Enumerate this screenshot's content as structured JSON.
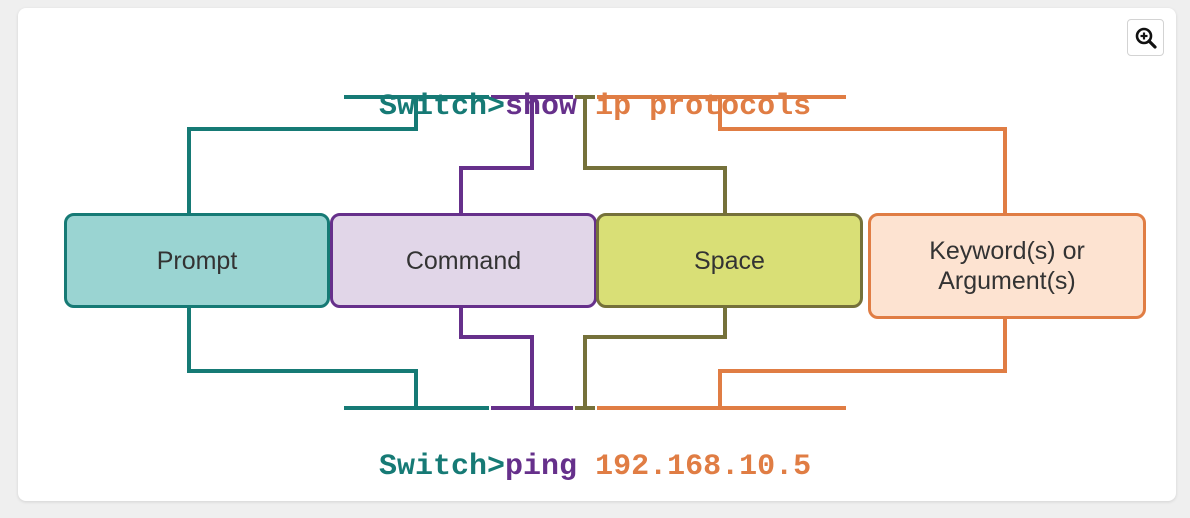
{
  "colors": {
    "prompt": "#167a75",
    "command": "#66308b",
    "space": "#75713a",
    "keyword": "#e07d44",
    "prompt_fill": "#9ad4d2",
    "command_fill": "#e1d6e8",
    "space_fill": "#d9df76",
    "keyword_fill": "#fde3d1"
  },
  "toolbar": {
    "zoom_icon": "zoom-in-icon"
  },
  "top_command": {
    "prompt": "Switch>",
    "command": "show",
    "space": " ",
    "argument": "ip protocols"
  },
  "bottom_command": {
    "prompt": "Switch>",
    "command": "ping",
    "space": " ",
    "argument": "192.168.10.5"
  },
  "boxes": {
    "prompt": "Prompt",
    "command": "Command",
    "space": "Space",
    "keyword_line1": "Keyword(s) or",
    "keyword_line2": "Argument(s)"
  }
}
